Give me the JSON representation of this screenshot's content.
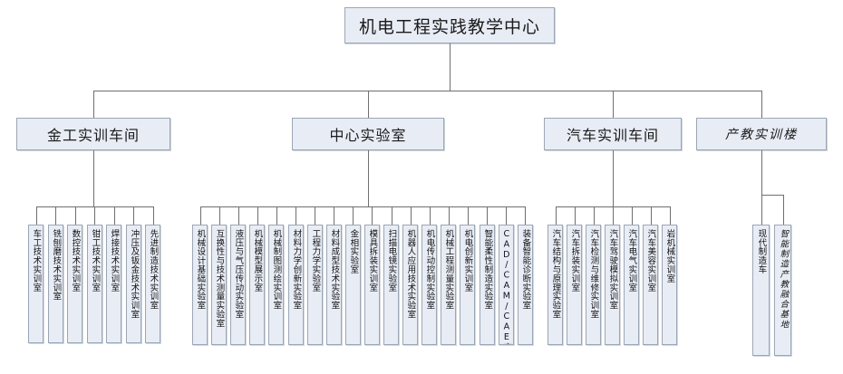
{
  "diagram": {
    "title": "机电工程实践教学中心",
    "type": "organizational-tree",
    "colors": {
      "node_fill": "#e8edf5",
      "node_border": "#9aa6b8",
      "connector": "#6f6f6f",
      "text": "#1a1a1a",
      "background": "#ffffff"
    },
    "root": {
      "label": "机电工程实践教学中心"
    },
    "departments": [
      {
        "label": "金工实训车间",
        "style": "normal",
        "children": [
          {
            "label": "车工技术实训室"
          },
          {
            "label": "铣刨磨技术实训室"
          },
          {
            "label": "数控技术实训室"
          },
          {
            "label": "钳工技术实训室"
          },
          {
            "label": "焊接技术实训室"
          },
          {
            "label": "冲压及钣金技术实训室"
          },
          {
            "label": "先进制造技术实训室"
          }
        ]
      },
      {
        "label": "中心实验室",
        "style": "normal",
        "children": [
          {
            "label": "机械设计基础实验室"
          },
          {
            "label": "互换性与技术测量实验室"
          },
          {
            "label": "液压与气压传动实验室"
          },
          {
            "label": "机械模型展示室"
          },
          {
            "label": "机械制图测绘实训室"
          },
          {
            "label": "材料力学创新实验室"
          },
          {
            "label": "工程力学实验室"
          },
          {
            "label": "材料成型技术实验室"
          },
          {
            "label": "金相实验室"
          },
          {
            "label": "模具拆装实训室"
          },
          {
            "label": "扫描电镜实验室"
          },
          {
            "label": "机器人应用技术实验室"
          },
          {
            "label": "机电传动控制实验室"
          },
          {
            "label": "机械工程测量实验室"
          },
          {
            "label": "机电创新实训室"
          },
          {
            "label": "智能柔性制造实验室"
          },
          {
            "label": "CAD/CAM/CAE实训室"
          },
          {
            "label": "装备智能诊断实验室"
          }
        ]
      },
      {
        "label": "汽车实训车间",
        "style": "normal",
        "children": [
          {
            "label": "汽车结构与原理实验室"
          },
          {
            "label": "汽车拆装实训室"
          },
          {
            "label": "汽车检测与维修实训室"
          },
          {
            "label": "汽车驾驶模拟实训室"
          },
          {
            "label": "汽车电气实训室"
          },
          {
            "label": "汽车美容实训室"
          },
          {
            "label": "岩机械实训室"
          }
        ]
      },
      {
        "label": "产教实训楼",
        "style": "italic",
        "children": [
          {
            "label": "现代制造车",
            "style": "normal"
          },
          {
            "label": "智能制造产教融合基地",
            "style": "italic"
          }
        ]
      }
    ]
  }
}
